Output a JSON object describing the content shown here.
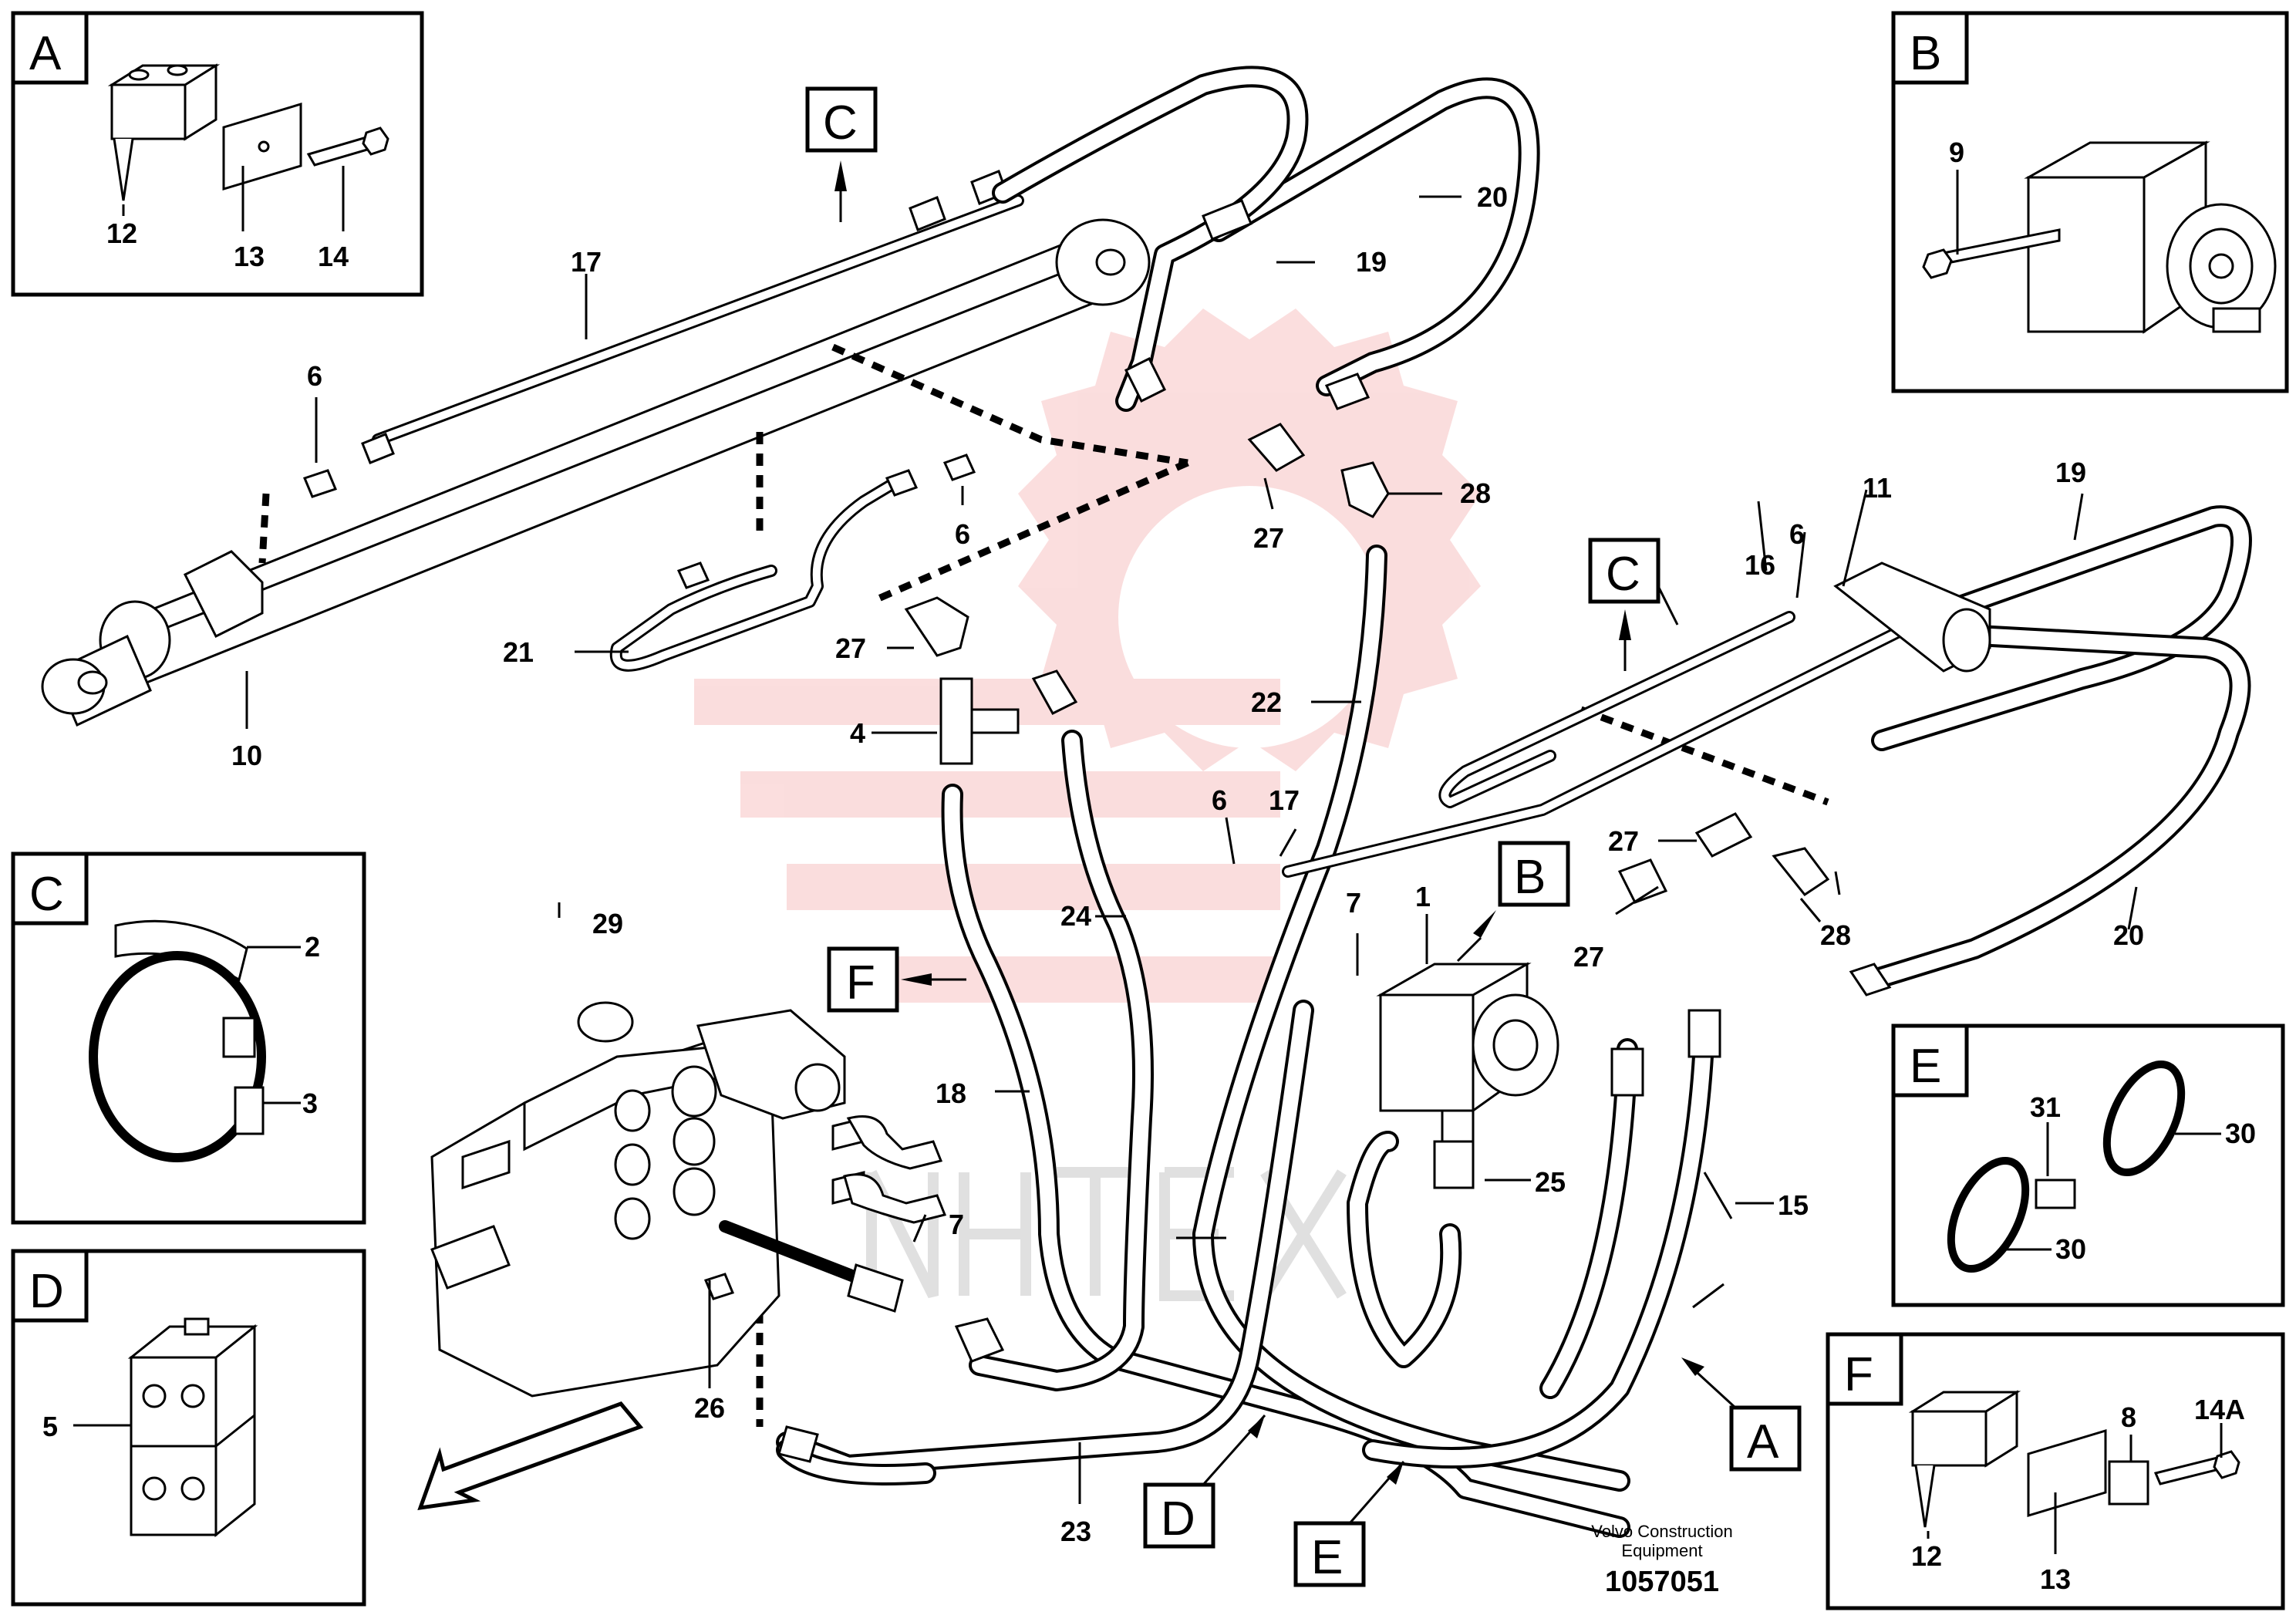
{
  "callouts": {
    "n1": "1",
    "n4": "4",
    "n6a": "6",
    "n6b": "6",
    "n6c": "6",
    "n6d": "6",
    "n7a": "7",
    "n7b": "7",
    "n10": "10",
    "n11": "11",
    "n15": "15",
    "n16": "16",
    "n17a": "17",
    "n17b": "17",
    "n18": "18",
    "n19a": "19",
    "n19b": "19",
    "n20a": "20",
    "n20b": "20",
    "n21": "21",
    "n22": "22",
    "n23": "23",
    "n24": "24",
    "n25": "25",
    "n26": "26",
    "n27a": "27",
    "n27b": "27",
    "n27c": "27",
    "n27d": "27",
    "n28a": "28",
    "n28b": "28",
    "n29": "29"
  },
  "view_refs": {
    "ref_c1": "C",
    "ref_c2": "C",
    "ref_b": "B",
    "ref_f": "F",
    "ref_d": "D",
    "ref_e": "E",
    "ref_a": "A"
  },
  "inset_a": {
    "letter": "A",
    "labels": [
      "12",
      "13",
      "14"
    ]
  },
  "inset_b": {
    "letter": "B",
    "labels": [
      "9"
    ]
  },
  "inset_c": {
    "letter": "C",
    "labels": [
      "2",
      "3"
    ]
  },
  "inset_d": {
    "letter": "D",
    "labels": [
      "5"
    ]
  },
  "inset_e": {
    "letter": "E",
    "labels": [
      "31",
      "30",
      "30"
    ]
  },
  "inset_f": {
    "letter": "F",
    "labels": [
      "8",
      "12",
      "13",
      "14A"
    ]
  },
  "footer": {
    "maker_line1": "Volvo Construction",
    "maker_line2": "Equipment",
    "doc_number": "1057051"
  }
}
